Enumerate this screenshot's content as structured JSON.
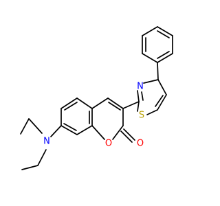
{
  "molecule": {
    "atoms": {
      "N_amine": {
        "label": "N",
        "color": "#0000ff"
      },
      "N_thiazole": {
        "label": "N",
        "color": "#0000ff"
      },
      "S_thiazole": {
        "label": "S",
        "color": "#b8a000"
      },
      "O_ring": {
        "label": "O",
        "color": "#ff0000"
      },
      "O_carbonyl": {
        "label": "O",
        "color": "#ff0000"
      }
    },
    "bond_color": "#000000"
  }
}
